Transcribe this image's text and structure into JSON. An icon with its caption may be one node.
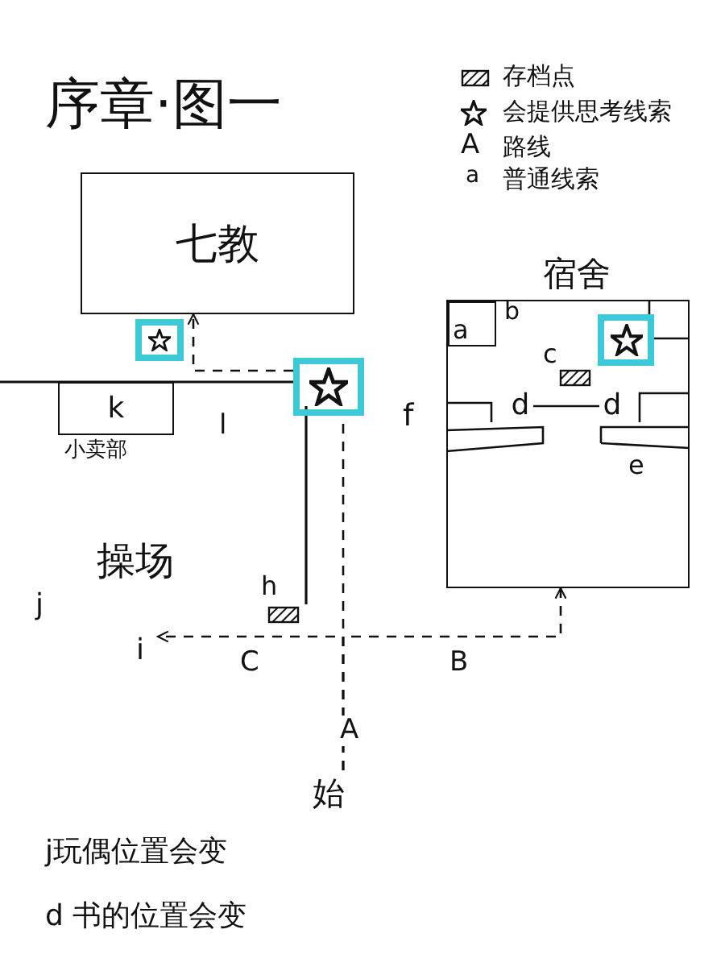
{
  "diagram": {
    "title": "序章·图一",
    "nodes": [
      {
        "text": [
          "七教"
        ]
      },
      {
        "text": [],
        "shape": "box"
      },
      {
        "text": [],
        "shape": "box"
      },
      {
        "text": [
          "宿舍"
        ]
      },
      {
        "text": [
          "k"
        ],
        "beside": [
          "小卖部"
        ]
      },
      {
        "text": [
          "i"
        ]
      },
      {
        "text": [
          "始"
        ]
      },
      {
        "text": [],
        "shape": "box",
        "in": 3
      },
      {
        "text": [
          "a"
        ],
        "in": 3
      },
      {
        "text": [
          "d"
        ],
        "in": 3
      },
      {
        "text": [
          "d"
        ],
        "in": 3
      }
    ],
    "edges": [
      {
        "from": 6,
        "to": 5,
        "arrow": "to",
        "label": "C",
        "style": "dashed"
      },
      {
        "from": 6,
        "to": 3,
        "arrow": "to",
        "label": "B",
        "style": "dashed"
      },
      {
        "from": 6,
        "to": 2,
        "arrow": "none",
        "label": "A",
        "style": "dashed"
      },
      {
        "from": 2,
        "to": 0,
        "arrow": "to",
        "style": "dashed"
      },
      {
        "from": 9,
        "to": 10,
        "arrow": "none"
      }
    ],
    "labels": [
      "A",
      "a",
      "b",
      "c",
      "l",
      "f",
      "e",
      "操场",
      "h",
      "j",
      "j玩偶位置会变",
      "d 书的位置会变"
    ],
    "legend": [
      {
        "text": "存档点"
      },
      {
        "text": "会提供思考线索"
      },
      {
        "text": "路线"
      },
      {
        "text": "普通线索"
      }
    ]
  }
}
